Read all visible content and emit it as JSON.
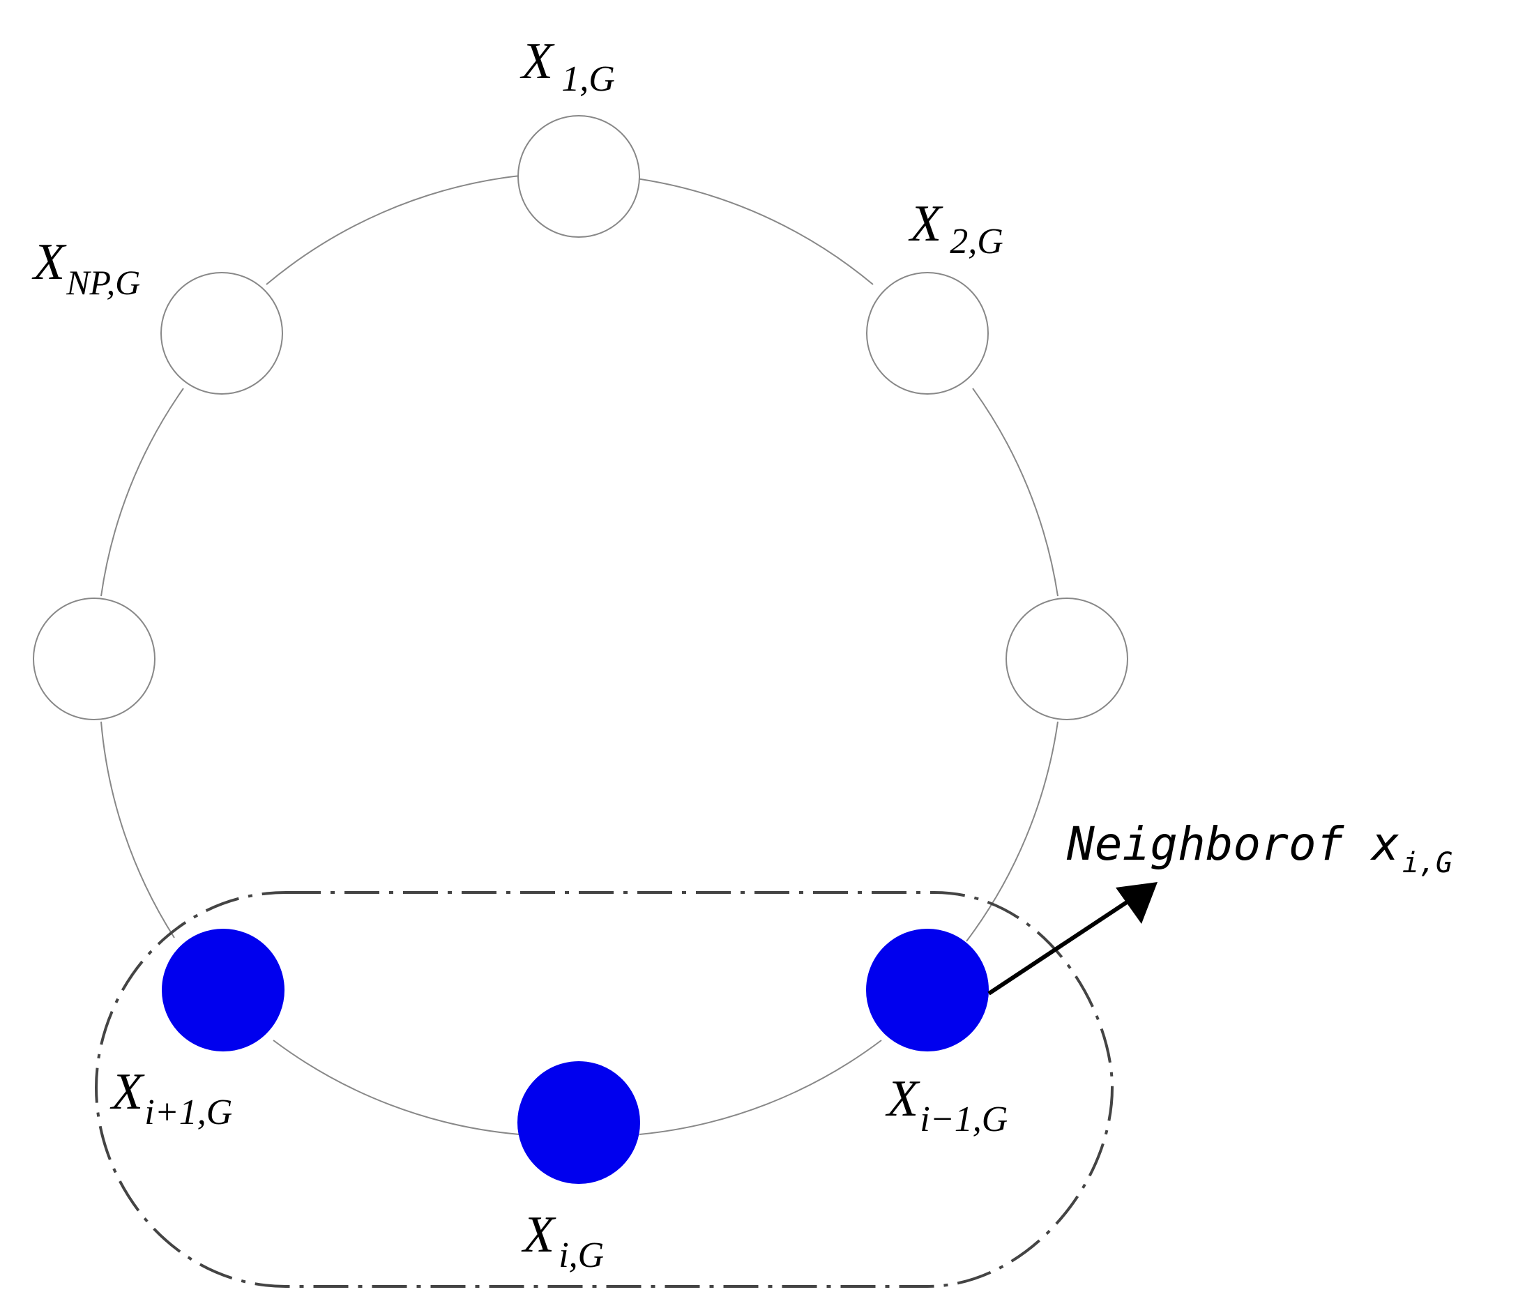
{
  "colors": {
    "highlight": "#0000ee",
    "ring": "#888888",
    "node_stroke": "#888888",
    "boundary": "#444444",
    "arrow": "#000000"
  },
  "nodes": [
    {
      "id": "x1",
      "main": "X",
      "sub": "1,G",
      "highlighted": false
    },
    {
      "id": "x2",
      "main": "X",
      "sub": "2,G",
      "highlighted": false
    },
    {
      "id": "right",
      "main": "",
      "sub": "",
      "highlighted": false
    },
    {
      "id": "xim1",
      "main": "X",
      "sub": "i−1,G",
      "highlighted": true
    },
    {
      "id": "xi",
      "main": "X",
      "sub": "i,G",
      "highlighted": true
    },
    {
      "id": "xip1",
      "main": "X",
      "sub": "i+1,G",
      "highlighted": true
    },
    {
      "id": "left",
      "main": "",
      "sub": "",
      "highlighted": false
    },
    {
      "id": "xnp",
      "main": "X",
      "sub": "NP,G",
      "highlighted": false
    }
  ],
  "annotation": {
    "text": "Neighborof x",
    "sub": "i,G"
  }
}
